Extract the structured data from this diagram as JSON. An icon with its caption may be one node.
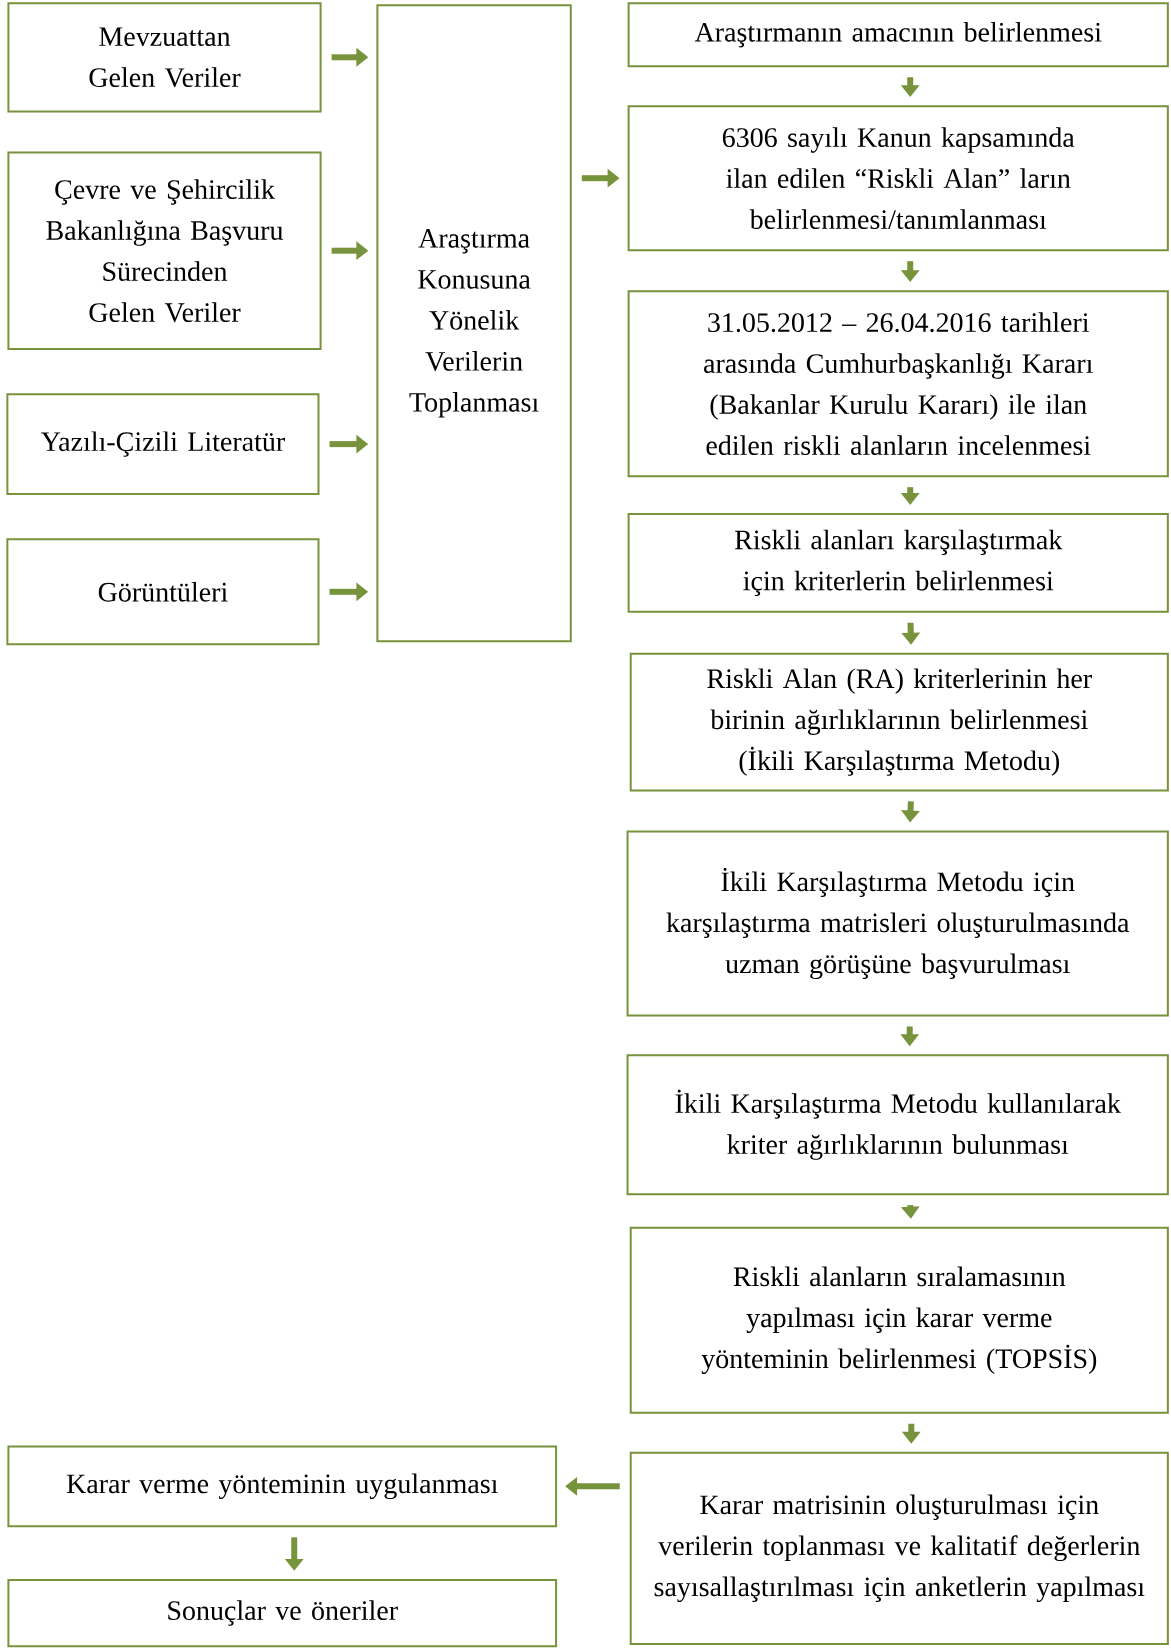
{
  "diagram": {
    "nodes": [
      {
        "text": [
          "Mevzuattan Gelen Veriler"
        ]
      },
      {
        "text": [
          "Çevre ve Şehircilik Bakanlığına Başvuru Sürecinden Gelen Veriler"
        ]
      },
      {
        "text": [
          "Yazılı-Çizili Literatür"
        ]
      },
      {
        "text": [
          "Görüntüleri"
        ]
      },
      {
        "text": [
          "Araştırma Konusuna Yönelik Verilerin Toplanması"
        ]
      },
      {
        "text": [
          "Araştırmanın amacının belirlenmesi"
        ]
      },
      {
        "text": [
          "6306 sayılı Kanun kapsamında ilan edilen “Riskli Alan” ların belirlenmesi/tanımlanması"
        ]
      },
      {
        "text": [
          "31.05.2012 – 26.04.2016 tarihleri arasında Cumhurbaşkanlığı Kararı (Bakanlar Kurulu Kararı) ile ilan edilen riskli alanların incelenmesi"
        ]
      },
      {
        "text": [
          "Riskli alanları karşılaştırmak için kriterlerin belirlenmesi"
        ]
      },
      {
        "text": [
          "Riskli Alan (RA) kriterlerinin her birinin ağırlıklarının belirlenmesi (İkili Karşılaştırma Metodu)"
        ]
      },
      {
        "text": [
          "İkili Karşılaştırma Metodu için karşılaştırma matrisleri oluşturulmasında uzman görüşüne başvurulması"
        ]
      },
      {
        "text": [
          "İkili Karşılaştırma Metodu kullanılarak kriter ağırlıklarının bulunması"
        ]
      },
      {
        "text": [
          "Riskli alanların sıralamasının yapılması için karar verme yönteminin belirlenmesi (TOPSİS)"
        ]
      },
      {
        "text": [
          "Karar matrisinin oluşturulması için verilerin toplanması ve kalitatif değerlerin sayısallaştırılması için anketlerin yapılması"
        ]
      },
      {
        "text": [
          "Karar verme yönteminin uygulanması"
        ]
      },
      {
        "text": [
          "Sonuçlar ve öneriler"
        ]
      }
    ],
    "edges": [
      {
        "from": 0,
        "to": 4,
        "arrow": "to"
      },
      {
        "from": 1,
        "to": 4,
        "arrow": "to"
      },
      {
        "from": 2,
        "to": 4,
        "arrow": "to"
      },
      {
        "from": 3,
        "to": 4,
        "arrow": "to"
      },
      {
        "from": 4,
        "to": 6,
        "arrow": "to"
      },
      {
        "from": 5,
        "to": 6,
        "arrow": "to"
      },
      {
        "from": 6,
        "to": 7,
        "arrow": "to"
      },
      {
        "from": 7,
        "to": 8,
        "arrow": "to"
      },
      {
        "from": 8,
        "to": 9,
        "arrow": "to"
      },
      {
        "from": 9,
        "to": 10,
        "arrow": "to"
      },
      {
        "from": 10,
        "to": 11,
        "arrow": "to"
      },
      {
        "from": 11,
        "to": 12,
        "arrow": "to"
      },
      {
        "from": 12,
        "to": 13,
        "arrow": "to"
      },
      {
        "from": 13,
        "to": 14,
        "arrow": "to"
      },
      {
        "from": 14,
        "to": 15,
        "arrow": "to"
      }
    ]
  }
}
